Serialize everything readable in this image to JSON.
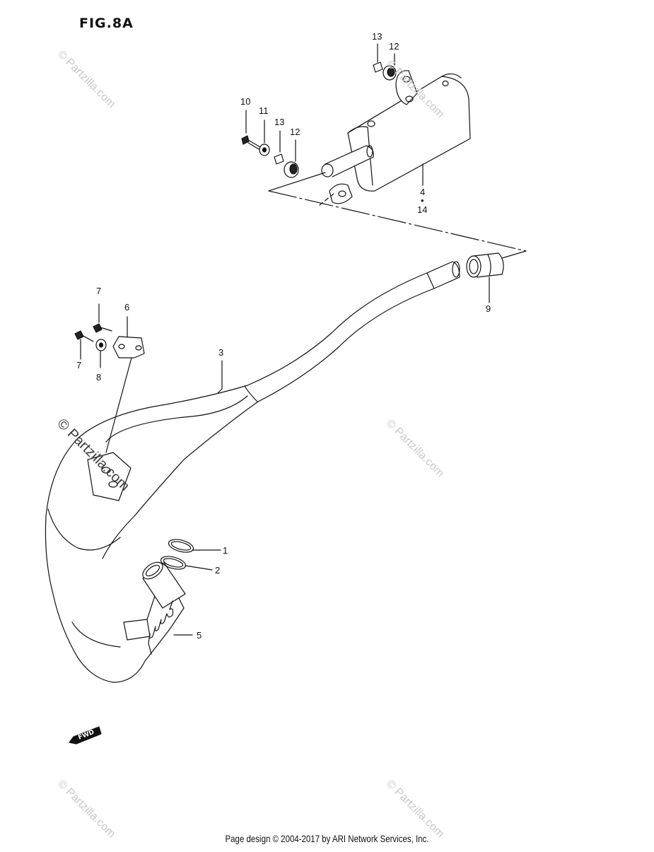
{
  "figure": {
    "title": "FIG.8A"
  },
  "callouts": [
    {
      "id": "c1",
      "text": "1"
    },
    {
      "id": "c2",
      "text": "2"
    },
    {
      "id": "c3",
      "text": "3"
    },
    {
      "id": "c4",
      "text": "4"
    },
    {
      "id": "c14",
      "text": "14"
    },
    {
      "id": "c5",
      "text": "5"
    },
    {
      "id": "c6",
      "text": "6"
    },
    {
      "id": "c7a",
      "text": "7"
    },
    {
      "id": "c7b",
      "text": "7"
    },
    {
      "id": "c8",
      "text": "8"
    },
    {
      "id": "c9",
      "text": "9"
    },
    {
      "id": "c10",
      "text": "10"
    },
    {
      "id": "c11",
      "text": "11"
    },
    {
      "id": "c12a",
      "text": "12"
    },
    {
      "id": "c12b",
      "text": "12"
    },
    {
      "id": "c13a",
      "text": "13"
    },
    {
      "id": "c13b",
      "text": "13"
    }
  ],
  "watermark": {
    "text": "© Partzilla.com"
  },
  "fwd_badge": {
    "text": "FWD"
  },
  "footer": {
    "text": "Page design © 2004-2017 by ARI Network Services, Inc."
  }
}
